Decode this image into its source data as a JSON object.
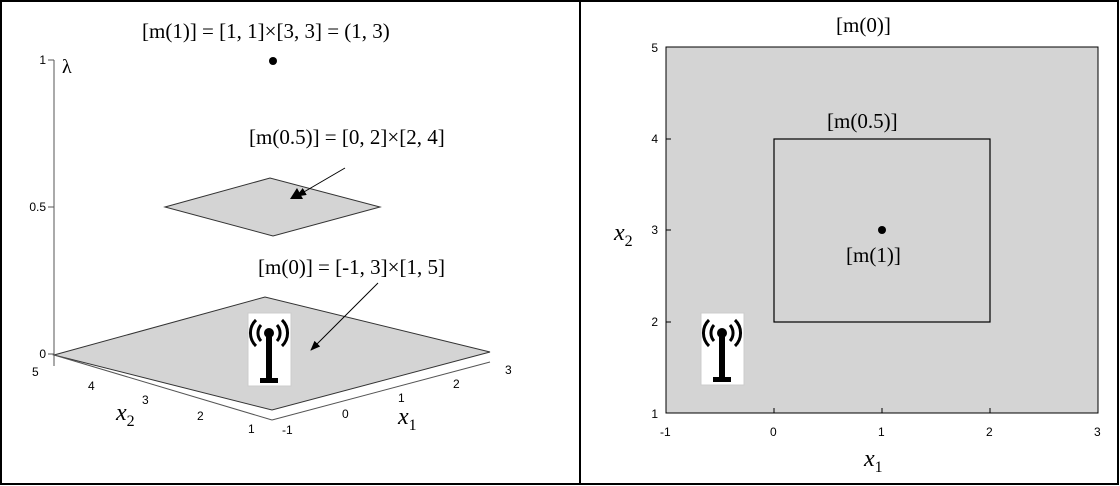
{
  "left_panel": {
    "labels": {
      "m1": "[m(1)] = [1, 1]×[3, 3] = (1, 3)",
      "m05": "[m(0.5)] = [0, 2]×[2, 4]",
      "m0": "[m(0)] = [-1, 3]×[1, 5]"
    },
    "lambda_symbol": "λ",
    "x1_label": "x",
    "x1_sub": "1",
    "x2_label": "x",
    "x2_sub": "2"
  },
  "right_panel": {
    "labels": {
      "m0": "[m(0)]",
      "m05": "[m(0.5)]",
      "m1": "[m(1)]"
    },
    "x1_label": "x",
    "x1_sub": "1",
    "x2_label": "x",
    "x2_sub": "2"
  },
  "chart_data": [
    {
      "type": "scatter",
      "description_panel": "left-3d",
      "z_ticks": [
        "0",
        "0.5",
        "1"
      ],
      "x1_ticks": [
        "-1",
        "0",
        "1",
        "2",
        "3"
      ],
      "x2_ticks": [
        "1",
        "2",
        "3",
        "4",
        "5"
      ],
      "alpha_cuts": [
        {
          "lambda": 0,
          "x1": [
            -1,
            3
          ],
          "x2": [
            1,
            5
          ]
        },
        {
          "lambda": 0.5,
          "x1": [
            0,
            2
          ],
          "x2": [
            2,
            4
          ]
        },
        {
          "lambda": 1,
          "x1": [
            1,
            1
          ],
          "x2": [
            3,
            3
          ]
        }
      ]
    },
    {
      "type": "scatter",
      "description_panel": "right-2d",
      "x_ticks": [
        "-1",
        "0",
        "1",
        "2",
        "3"
      ],
      "y_ticks": [
        "1",
        "2",
        "3",
        "4",
        "5"
      ],
      "xlim": [
        -1,
        3
      ],
      "ylim": [
        1,
        5
      ],
      "regions": [
        {
          "lambda": 0,
          "x1": [
            -1,
            3
          ],
          "x2": [
            1,
            5
          ]
        },
        {
          "lambda": 0.5,
          "x1": [
            0,
            2
          ],
          "x2": [
            2,
            4
          ]
        }
      ],
      "point": {
        "lambda": 1,
        "x1": 1,
        "x2": 3
      }
    }
  ]
}
